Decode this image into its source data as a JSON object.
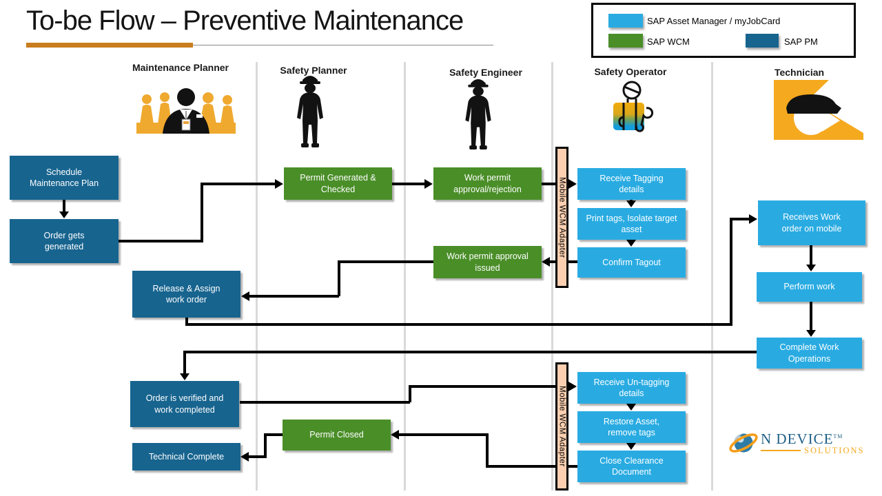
{
  "title": "To-be Flow – Preventive Maintenance",
  "legend": {
    "items": [
      {
        "label": "SAP Asset Manager / myJobCard",
        "color": "#29ABE2"
      },
      {
        "label": "SAP WCM",
        "color": "#4A8E28"
      },
      {
        "label": "SAP PM",
        "color": "#17648F"
      }
    ]
  },
  "lanes": [
    {
      "label": "Maintenance Planner",
      "icon": "team-with-manager-icon"
    },
    {
      "label": "Safety Planner",
      "icon": "worker-silhouette-icon"
    },
    {
      "label": "Safety Engineer",
      "icon": "worker-silhouette-icon"
    },
    {
      "label": "Safety Operator",
      "icon": "operator-vest-wrench-icon"
    },
    {
      "label": "Technician",
      "icon": "technician-hardhat-icon"
    }
  ],
  "adapter_label": "Mobile WCM Adapter",
  "nodes": {
    "schedule_plan": {
      "label": "Schedule Maintenance Plan",
      "system": "SAP PM"
    },
    "order_generated": {
      "label": "Order gets generated",
      "system": "SAP PM"
    },
    "release_assign": {
      "label": "Release & Assign work order",
      "system": "SAP PM"
    },
    "order_verified": {
      "label": "Order is verified and work completed",
      "system": "SAP PM"
    },
    "technical_complete": {
      "label": "Technical Complete",
      "system": "SAP PM"
    },
    "permit_generated": {
      "label": "Permit Generated & Checked",
      "system": "SAP WCM"
    },
    "permit_approval_rejection": {
      "label": "Work permit approval/rejection",
      "system": "SAP WCM"
    },
    "permit_approval_issued": {
      "label": "Work permit approval issued",
      "system": "SAP WCM"
    },
    "permit_closed": {
      "label": "Permit Closed",
      "system": "SAP WCM"
    },
    "receive_tagging": {
      "label": "Receive Tagging details",
      "system": "SAP Asset Manager / myJobCard"
    },
    "print_tags": {
      "label": "Print tags, Isolate target asset",
      "system": "SAP Asset Manager / myJobCard"
    },
    "confirm_tagout": {
      "label": "Confirm Tagout",
      "system": "SAP Asset Manager / myJobCard"
    },
    "receives_work_order": {
      "label": "Receives Work order on mobile",
      "system": "SAP Asset Manager / myJobCard"
    },
    "perform_work": {
      "label": "Perform work",
      "system": "SAP Asset Manager / myJobCard"
    },
    "complete_work_ops": {
      "label": "Complete Work Operations",
      "system": "SAP Asset Manager / myJobCard"
    },
    "receive_untagging": {
      "label": "Receive Un-tagging details",
      "system": "SAP Asset Manager / myJobCard"
    },
    "restore_asset": {
      "label": "Restore Asset, remove tags",
      "system": "SAP Asset Manager / myJobCard"
    },
    "close_clearance": {
      "label": "Close Clearance Document",
      "system": "SAP Asset Manager / myJobCard"
    }
  },
  "logo": {
    "name": "N DEVICE",
    "tm": "TM",
    "sub": "SOLUTIONS"
  }
}
